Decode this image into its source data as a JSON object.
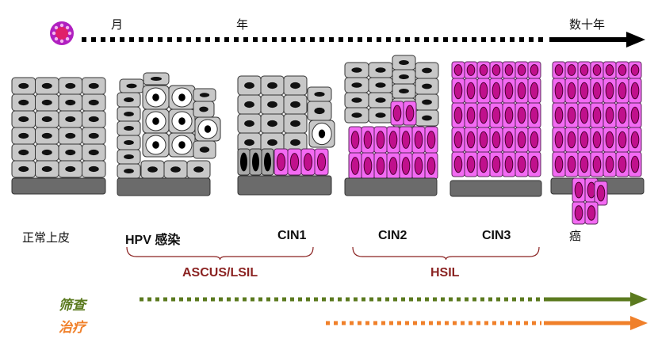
{
  "timeline": {
    "month": "月",
    "year": "年",
    "decades": "数十年"
  },
  "stages": {
    "normal": "正常上皮",
    "hpv": "HPV 感染",
    "cin1": "CIN1",
    "cin2": "CIN2",
    "cin3": "CIN3",
    "cancer": "癌"
  },
  "groups": {
    "low": "ASCUS/LSIL",
    "high": "HSIL"
  },
  "actions": {
    "screening": "筛查",
    "treatment": "治疗"
  },
  "colors": {
    "normal_cell": "#c8c8c8",
    "abnormal_cell": "#f36af3",
    "abnormal_nucleus": "#c0108c",
    "basement": "#6b6b6b",
    "group_label": "#8b2322",
    "screening": "#5b7a1f",
    "treatment": "#f0802a"
  }
}
